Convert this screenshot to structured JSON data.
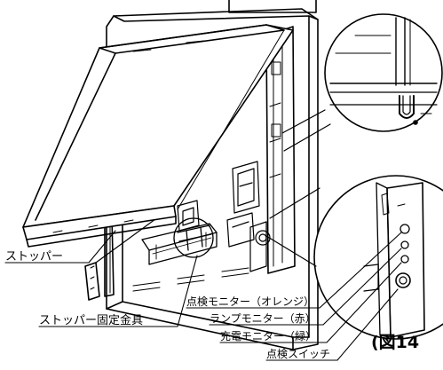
{
  "labels": {
    "stopper": "ストッパー",
    "stopper_bracket": "ストッパー固定金具",
    "check_monitor": "点検モニター（オレンジ）",
    "lamp_monitor": "ランプモニター（赤）",
    "charge_monitor": "充電モニター（緑）",
    "check_switch": "点検スイッチ",
    "figure": "(図14"
  }
}
